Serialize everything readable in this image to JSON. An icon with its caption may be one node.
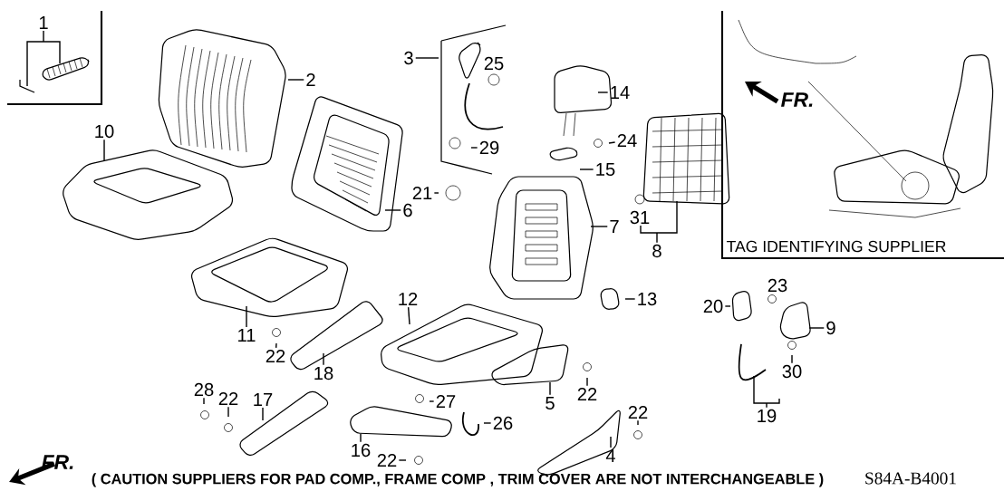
{
  "diagram": {
    "caption": "( CAUTION  SUPPLIERS FOR PAD COMP., FRAME COMP , TRIM COVER ARE NOT INTERCHANGEABLE )",
    "nodes": [
      {
        "text": [
          "1"
        ]
      },
      {
        "text": [
          "2"
        ]
      },
      {
        "text": [
          "3"
        ]
      },
      {
        "text": [
          "25"
        ]
      },
      {
        "text": [
          "14"
        ]
      },
      {
        "text": [
          "10"
        ]
      },
      {
        "text": [
          "24"
        ]
      },
      {
        "text": [
          "29"
        ]
      },
      {
        "text": [
          "15"
        ]
      },
      {
        "text": [
          "21"
        ]
      },
      {
        "text": [
          "6"
        ]
      },
      {
        "text": [
          "31"
        ]
      },
      {
        "text": [
          "7"
        ]
      },
      {
        "text": [
          "8"
        ]
      },
      {
        "text": [
          "23"
        ]
      },
      {
        "text": [
          "13"
        ]
      },
      {
        "text": [
          "12"
        ]
      },
      {
        "text": [
          "20"
        ]
      },
      {
        "text": [
          "9"
        ]
      },
      {
        "text": [
          "11"
        ]
      },
      {
        "text": [
          "22"
        ]
      },
      {
        "text": [
          "18"
        ]
      },
      {
        "text": [
          "30"
        ]
      },
      {
        "text": [
          "28"
        ]
      },
      {
        "text": [
          "22"
        ]
      },
      {
        "text": [
          "17"
        ]
      },
      {
        "text": [
          "27"
        ]
      },
      {
        "text": [
          "5"
        ]
      },
      {
        "text": [
          "22"
        ]
      },
      {
        "text": [
          "19"
        ]
      },
      {
        "text": [
          "26"
        ]
      },
      {
        "text": [
          "16"
        ]
      },
      {
        "text": [
          "4"
        ]
      },
      {
        "text": [
          "22"
        ]
      },
      {
        "text": [
          "22"
        ]
      }
    ],
    "edges": [
      {
        "from": 0,
        "to": null,
        "arrow": "none"
      },
      {
        "from": 1,
        "to": null,
        "arrow": "none"
      },
      {
        "from": 2,
        "to": null,
        "arrow": "none"
      },
      {
        "from": 4,
        "to": null,
        "arrow": "none"
      },
      {
        "from": 5,
        "to": null,
        "arrow": "none"
      },
      {
        "from": 6,
        "to": null,
        "arrow": "none"
      },
      {
        "from": 7,
        "to": null,
        "arrow": "none"
      },
      {
        "from": 8,
        "to": null,
        "arrow": "none"
      },
      {
        "from": 9,
        "to": null,
        "arrow": "none"
      },
      {
        "from": 10,
        "to": null,
        "arrow": "none"
      },
      {
        "from": 12,
        "to": null,
        "arrow": "none"
      },
      {
        "from": 13,
        "to": null,
        "arrow": "none"
      },
      {
        "from": 15,
        "to": null,
        "arrow": "none"
      },
      {
        "from": 16,
        "to": null,
        "arrow": "none"
      },
      {
        "from": 17,
        "to": null,
        "arrow": "none"
      },
      {
        "from": 18,
        "to": null,
        "arrow": "none"
      },
      {
        "from": 19,
        "to": null,
        "arrow": "none"
      },
      {
        "from": 20,
        "to": null,
        "arrow": "none"
      },
      {
        "from": 21,
        "to": null,
        "arrow": "none"
      },
      {
        "from": 22,
        "to": null,
        "arrow": "none"
      },
      {
        "from": 23,
        "to": null,
        "arrow": "none"
      },
      {
        "from": 24,
        "to": null,
        "arrow": "none"
      },
      {
        "from": 25,
        "to": null,
        "arrow": "none"
      },
      {
        "from": 26,
        "to": null,
        "arrow": "none"
      },
      {
        "from": 27,
        "to": null,
        "arrow": "none"
      },
      {
        "from": 28,
        "to": null,
        "arrow": "none"
      },
      {
        "from": 29,
        "to": null,
        "arrow": "none"
      },
      {
        "from": 30,
        "to": null,
        "arrow": "none"
      },
      {
        "from": 31,
        "to": null,
        "arrow": "none"
      },
      {
        "from": 32,
        "to": null,
        "arrow": "none"
      },
      {
        "from": 33,
        "to": null,
        "arrow": "none"
      },
      {
        "from": 34,
        "to": null,
        "arrow": "none"
      }
    ],
    "labels": [
      "FR.",
      "TAG IDENTIFYING SUPPLIER",
      "FR.",
      "S84A-B4001"
    ]
  }
}
